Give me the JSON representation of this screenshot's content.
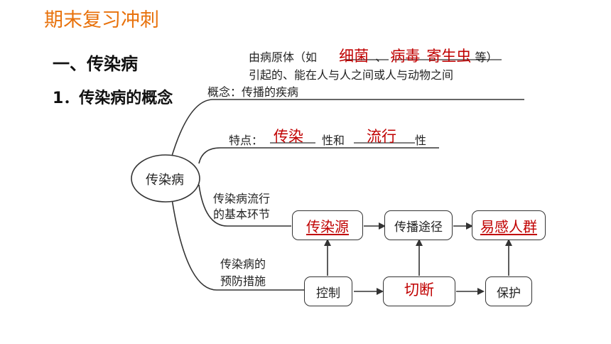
{
  "header": {
    "title": "期末复习冲刺"
  },
  "section": {
    "heading": "一、传染病",
    "subheading": "1．传染病的概念"
  },
  "definition": {
    "line1_prefix": "由病原体（如",
    "answer_bacteria": "细菌",
    "separator": "、",
    "answer_virus": "病毒",
    "answer_parasite": "寄生虫",
    "line1_suffix": "等）",
    "line2": "引起的、能在人与人之间或人与动物之间",
    "line3": "概念：传播的疾病"
  },
  "center_node": {
    "label": "传染病"
  },
  "features": {
    "prefix": "特点：",
    "answer_infectious": "传染",
    "middle": "性和",
    "answer_epidemic": "流行",
    "suffix": "性"
  },
  "links": {
    "label_line1": "传染病流行",
    "label_line2": "的基本环节",
    "source": "传染源",
    "route": "传播途径",
    "susceptible": "易感人群"
  },
  "prevention": {
    "label_line1": "传染病的",
    "label_line2": "预防措施",
    "control": "控制",
    "cut_off": "切断",
    "protect": "保护"
  }
}
